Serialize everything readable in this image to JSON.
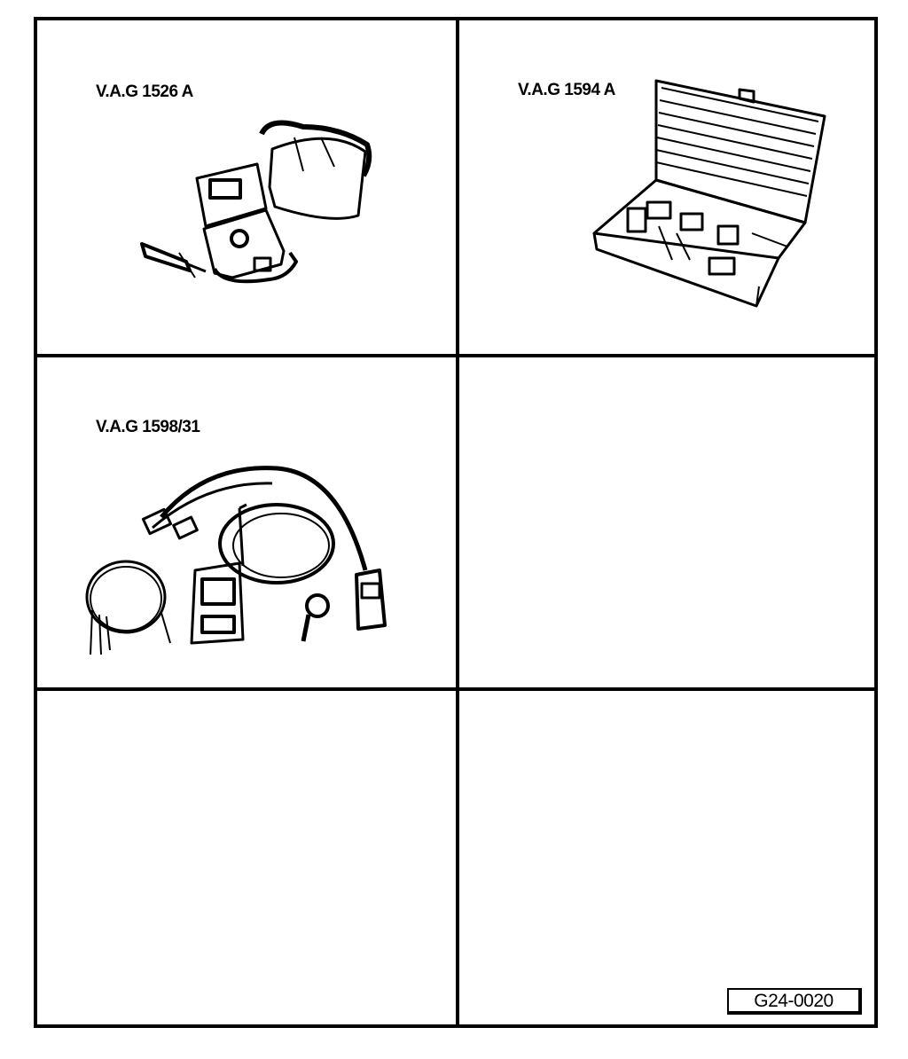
{
  "tools": [
    {
      "label": "V.A.G 1526 A"
    },
    {
      "label": "V.A.G 1594 A"
    },
    {
      "label": "V.A.G 1598/31"
    }
  ],
  "figure_code": "G24-0020",
  "icons": [
    "multimeter-with-case-icon",
    "adapter-case-icon",
    "test-cable-set-icon"
  ]
}
